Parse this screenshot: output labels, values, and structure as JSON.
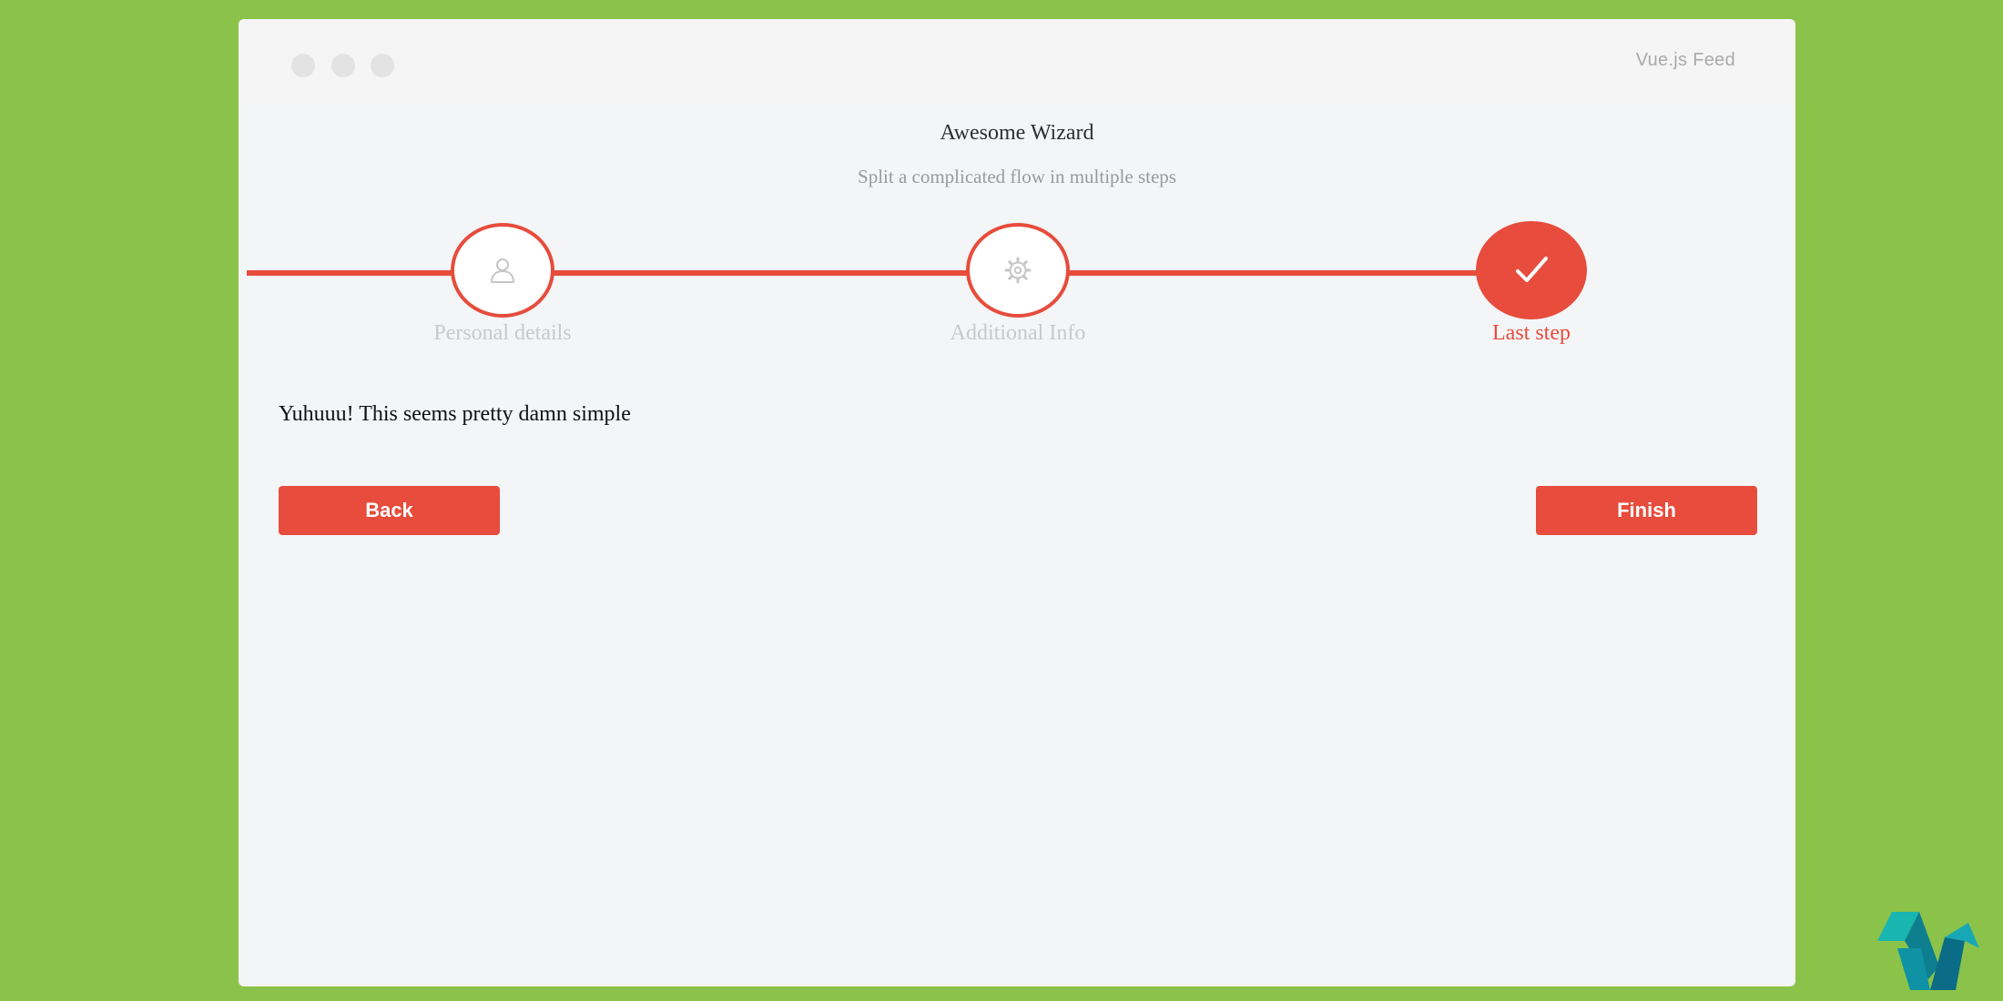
{
  "window": {
    "brand": "Vue.js Feed"
  },
  "wizard": {
    "title": "Awesome Wizard",
    "subtitle": "Split a complicated flow in multiple steps",
    "steps": [
      {
        "label": "Personal details",
        "icon": "user-icon",
        "state": "completed"
      },
      {
        "label": "Additional Info",
        "icon": "gear-icon",
        "state": "completed"
      },
      {
        "label": "Last step",
        "icon": "check-icon",
        "state": "active"
      }
    ],
    "content_text": "Yuhuuu! This seems pretty damn simple",
    "back_label": "Back",
    "finish_label": "Finish"
  },
  "colors": {
    "background": "#8bc34a",
    "accent": "#e74c3c",
    "window": "#f4f5f7"
  }
}
